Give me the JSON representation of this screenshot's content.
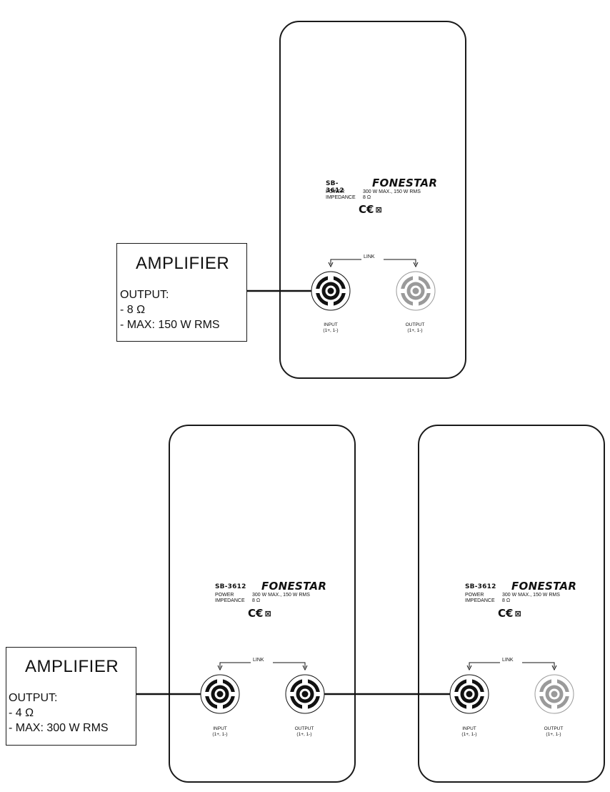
{
  "speaker": {
    "model": "SB-3612",
    "brand": "FONESTAR",
    "power_label": "POWER",
    "power_value": "300 W MAX., 150 W RMS",
    "impedance_label": "IMPEDANCE",
    "impedance_value": "8 Ω",
    "ce_mark": "C€",
    "weee_mark": "⊠",
    "link_label": "LINK",
    "input_label": "INPUT",
    "input_polarity": "(1+, 1-)",
    "output_label": "OUTPUT",
    "output_polarity": "(1+, 1-)"
  },
  "amplifier_single": {
    "title": "AMPLIFIER",
    "output_heading": "OUTPUT:",
    "impedance_line": "- 8  Ω",
    "power_line": "- MAX: 150 W RMS"
  },
  "amplifier_dual": {
    "title": "AMPLIFIER",
    "output_heading": "OUTPUT:",
    "impedance_line": "- 4  Ω",
    "power_line": "- MAX: 300 W RMS"
  },
  "colors": {
    "line": "#111111",
    "connector_active": "#111111",
    "connector_inactive": "#9a9a9a"
  }
}
